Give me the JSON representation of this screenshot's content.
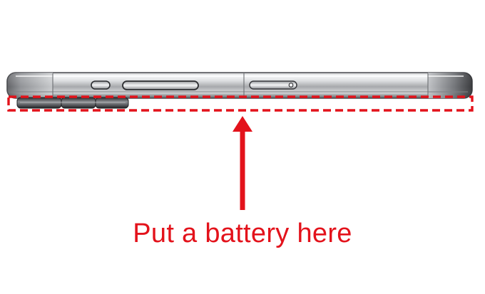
{
  "caption": "Put a battery here",
  "colors": {
    "annotation": "#e3121b",
    "phone_frame": "#8e9093",
    "phone_highlight": "#f3f4f5",
    "phone_shadow": "#3a3b3e",
    "background": "#ffffff"
  },
  "icons": {
    "phone": "phone-side-profile",
    "camera": "camera-bump",
    "arrow": "arrow-up"
  }
}
